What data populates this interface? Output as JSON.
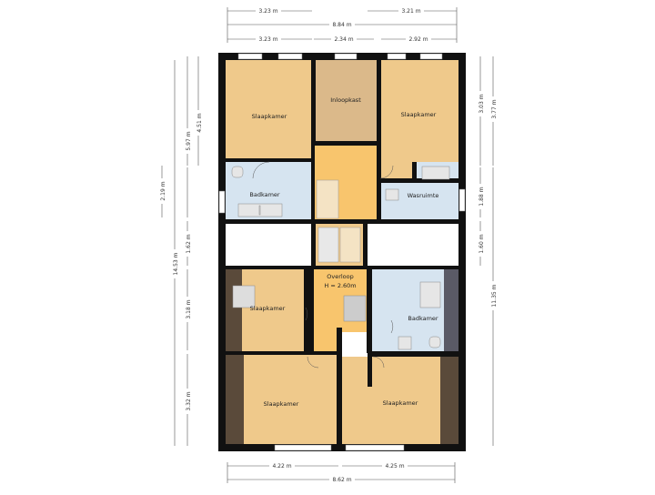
{
  "rooms": {
    "bedroom_top_left": "Slaapkamer",
    "inloopkast": "Inloopkast",
    "bedroom_top_right": "Slaapkamer",
    "bathroom_left": "Badkamer",
    "washroom": "Wasruimte",
    "landing": "Overloop",
    "landing_height": "H = 2.60m",
    "bedroom_mid_left": "Slaapkamer",
    "bathroom_right": "Badkamer",
    "bedroom_bottom_left": "Slaapkamer",
    "bedroom_bottom_right": "Slaapkamer"
  },
  "dimensions": {
    "top_row1_left": "3.23 m",
    "top_row1_right": "3.21 m",
    "top_total": "8.84 m",
    "top_row3_left": "3.23 m",
    "top_row3_mid": "2.34 m",
    "top_row3_right": "2.92 m",
    "left_outer_upper": "2.19 m",
    "left_outer_total": "14.53 m",
    "left_inner_upper": "4.51 m",
    "left_inner_mid": "5.97 m",
    "left_inner_small": "1.62 m",
    "left_inner_mid2": "3.18 m",
    "left_inner_low": "3.32 m",
    "right_inner_top": "3.03 m",
    "right_inner_mid": "1.88 m",
    "right_inner_small": "1.60 m",
    "right_outer_top": "3.77 m",
    "right_outer_low": "11.35 m",
    "bottom_left": "4.22 m",
    "bottom_right": "4.25 m",
    "bottom_total": "8.62 m"
  },
  "colors": {
    "wall": "#111111",
    "bedroom": "#efc98b",
    "closet": "#dbb98a",
    "wet_room": "#d6e4f0",
    "landing": "#f8c56d",
    "void": "#ffffff",
    "fixture": "#d9d9d9"
  }
}
